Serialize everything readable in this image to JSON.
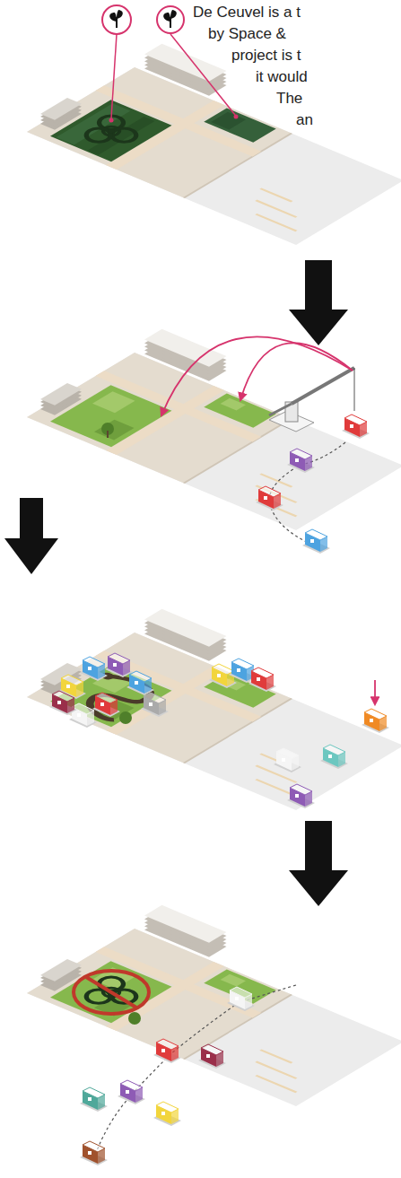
{
  "diagram": {
    "labels": [
      "De Ceuvel is a t",
      "by Space &",
      "project is t",
      "it would",
      "The",
      "an"
    ]
  }
}
